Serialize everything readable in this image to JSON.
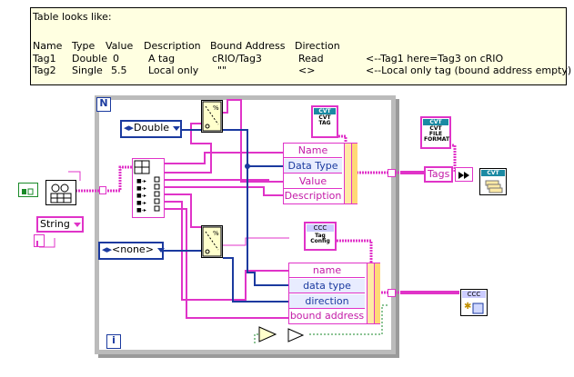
{
  "comment": {
    "title": "Table looks like:",
    "headers": [
      "Name",
      "Type",
      "Value",
      "Description",
      "Bound Address",
      "Direction"
    ],
    "row1": [
      "Tag1",
      "Double",
      "0",
      "A tag",
      "cRIO/Tag3",
      "Read",
      "<--Tag1 here=Tag3 on cRIO"
    ],
    "row2": [
      "Tag2",
      "Single",
      "5.5",
      "Local only",
      "\"\"",
      "<>",
      "<--Local only tag (bound address empty)"
    ]
  },
  "loop": {
    "count_label": "N",
    "index_label": "i"
  },
  "enums": {
    "type": "Double",
    "direction": "<none>",
    "string_ring": "String"
  },
  "bundle_top": {
    "rows": [
      "Name",
      "Data Type",
      "Value",
      "Description"
    ]
  },
  "bundle_bottom": {
    "rows": [
      "name",
      "data type",
      "direction",
      "bound address"
    ]
  },
  "icons": {
    "cvt_tag": {
      "header": "CVT",
      "lines": [
        "CVT",
        "TAG"
      ]
    },
    "ccc_tag": {
      "header": "CCC",
      "lines": [
        "Tag",
        "Config"
      ]
    },
    "cvt_file": {
      "header": "CVT",
      "lines": [
        "CVT",
        "FILE",
        "FORMAT"
      ]
    },
    "cvt_init": {
      "header": "CVT"
    },
    "ccc_init": {
      "header": "CCC"
    }
  },
  "tags_indicator": "Tags",
  "colors": {
    "string_wire": "#e033c8",
    "enum_wire": "#1b3a9f",
    "bool_wire": "#1a8a28",
    "comment_bg": "#ffffe1"
  }
}
